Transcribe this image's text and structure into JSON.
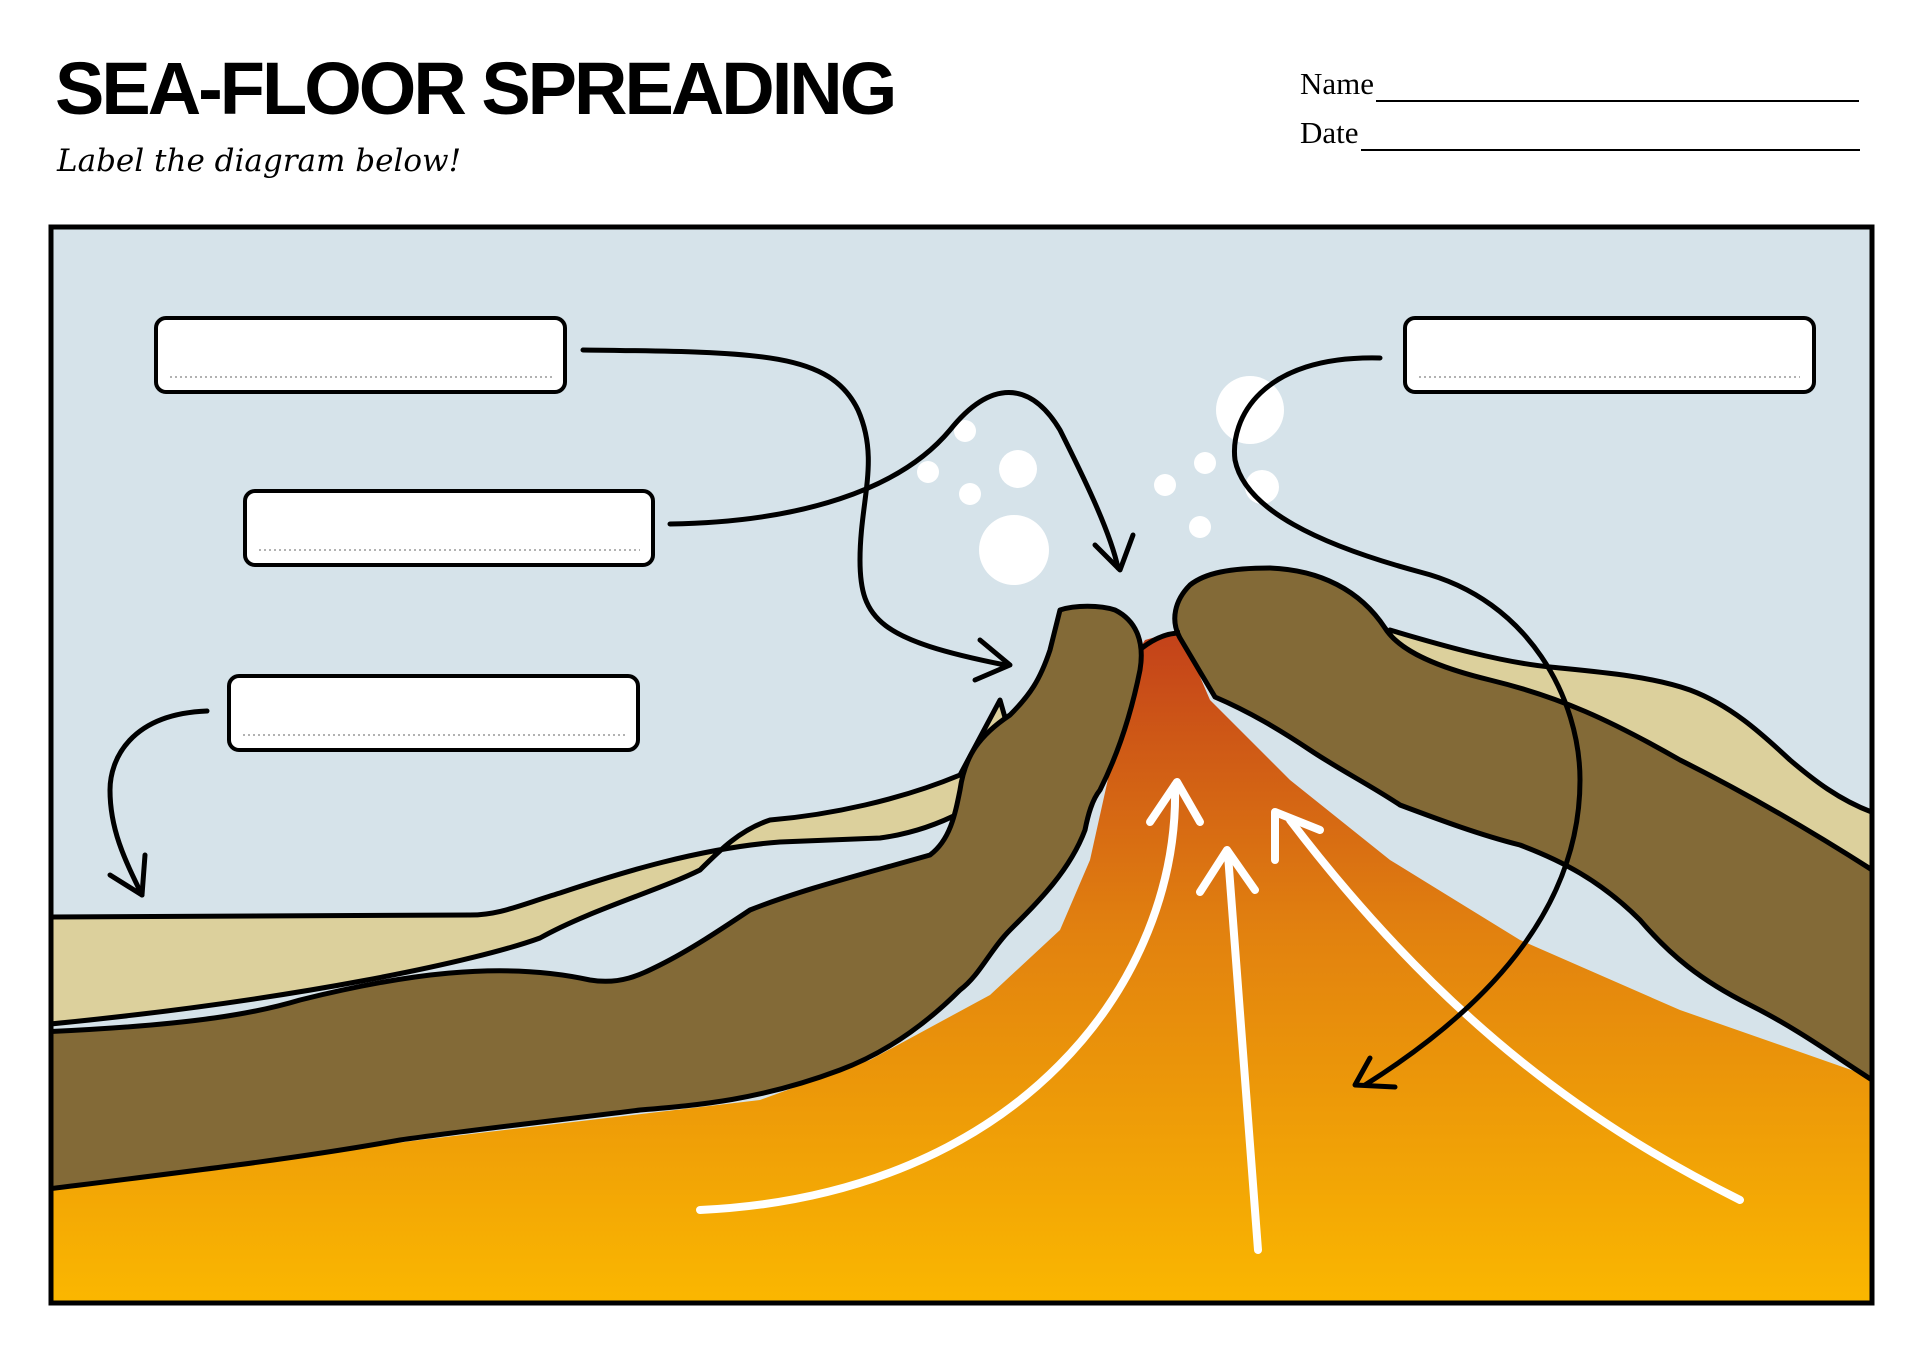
{
  "header": {
    "title": "SEA-FLOOR SPREADING",
    "subtitle": "Label the diagram below!"
  },
  "fields": {
    "name_label": "Name",
    "date_label": "Date"
  },
  "diagram": {
    "label_boxes": [
      {
        "id": "box-1",
        "value": ""
      },
      {
        "id": "box-2",
        "value": ""
      },
      {
        "id": "box-3",
        "value": ""
      },
      {
        "id": "box-4",
        "value": ""
      }
    ],
    "colors": {
      "ocean": "#d6e3ea",
      "sediment": "#dcd09c",
      "crust": "#836a37",
      "magma_top": "#c3411a",
      "magma_mid": "#e2820f",
      "magma_bottom": "#fbb800",
      "outline": "#000000",
      "bubble": "#ffffff"
    }
  }
}
